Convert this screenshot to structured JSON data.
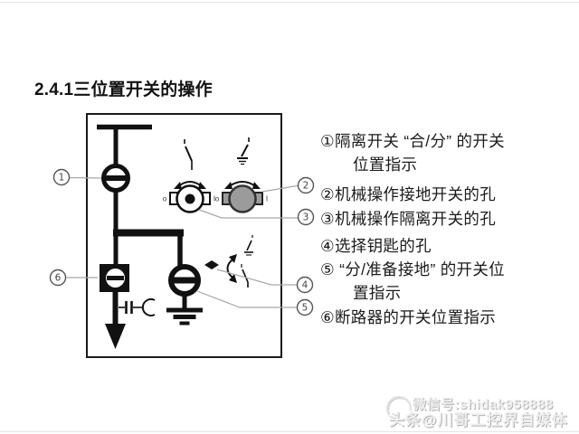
{
  "slide": {
    "title": "2.4.1三位置开关的操作"
  },
  "diagram": {
    "type": "three-position-switch-schematic",
    "callouts": [
      {
        "num": "1"
      },
      {
        "num": "2"
      },
      {
        "num": "3"
      },
      {
        "num": "4"
      },
      {
        "num": "5"
      },
      {
        "num": "6"
      }
    ],
    "markers": {
      "open": "o",
      "closed": "I"
    },
    "colors": {
      "line": "#111111",
      "knob_gray": "#9b9b9b",
      "leader_gray": "#a8a8a8",
      "box_border": "#1a1a1a"
    }
  },
  "legend": {
    "lines": [
      {
        "text": "①隔离开关 “合/分” 的开关"
      },
      {
        "text": "位置指示"
      },
      {
        "text": "②机械操作接地开关的孔"
      },
      {
        "text": "③机械操作隔离开关的孔"
      },
      {
        "text": "④选择钥匙的孔"
      },
      {
        "text": "⑤ “分/准备接地” 的开关位"
      },
      {
        "text": "置指示"
      },
      {
        "text": "⑥断路器的开关位置指示"
      }
    ]
  },
  "watermark": {
    "line1": "微信号:shidak958888",
    "line2": "头条@川哥工控界自媒体"
  }
}
